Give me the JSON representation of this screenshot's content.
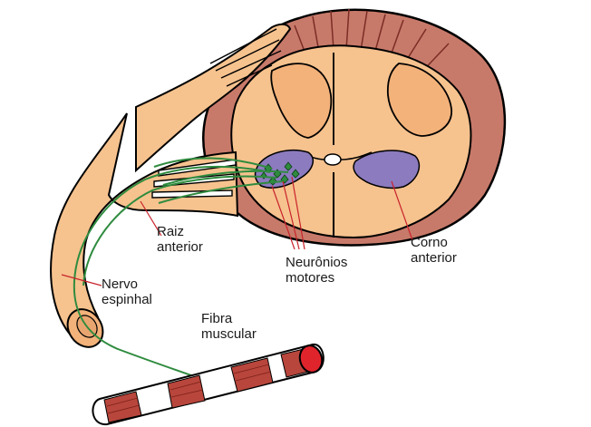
{
  "labels": {
    "raiz_line1": "Raiz",
    "raiz_line2": "anterior",
    "neuronios_line1": "Neurônios",
    "neuronios_line2": "motores",
    "corno_line1": "Corno",
    "corno_line2": "anterior",
    "nervo_line1": "Nervo",
    "nervo_line2": "espinhal",
    "fibra_line1": "Fibra",
    "fibra_line2": "muscular"
  },
  "colors": {
    "tissue": "#f6c28e",
    "outer_rim": "#c87a6a",
    "gray_matter_dark": "#f3b27a",
    "horn": "#8c7bbf",
    "nerve_fiber": "#2e8b3e",
    "leader_line": "#c8232c",
    "muscle_red": "#b8463c",
    "muscle_cap": "#e0242c"
  }
}
